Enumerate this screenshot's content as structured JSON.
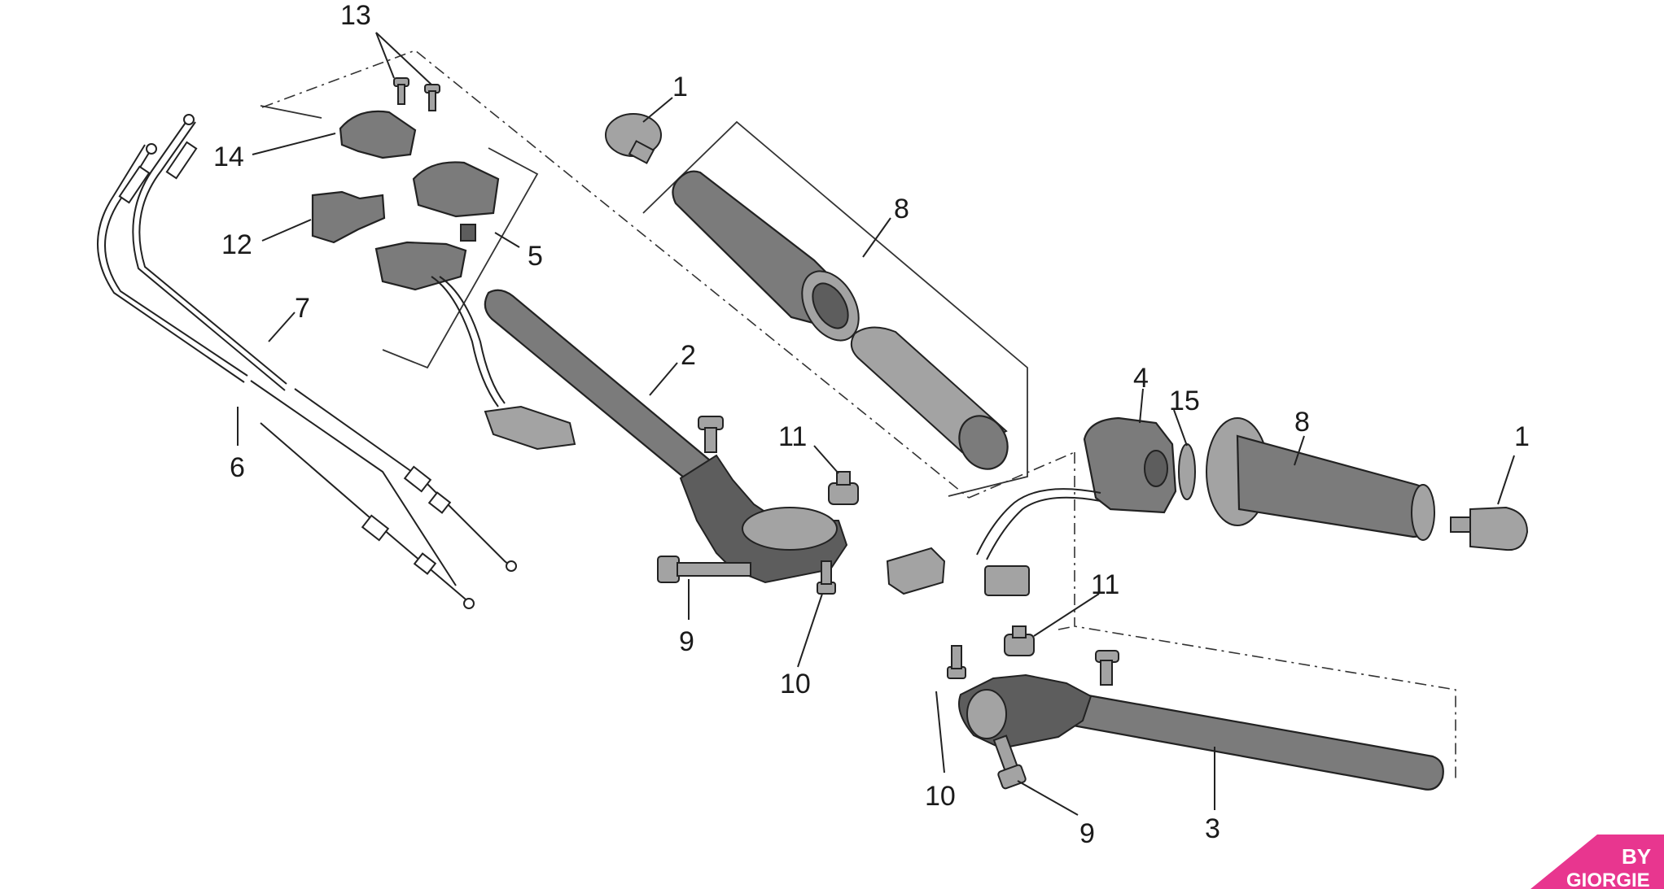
{
  "labels": {
    "l1a": "1",
    "l1b": "1",
    "l2": "2",
    "l3": "3",
    "l4": "4",
    "l5": "5",
    "l6": "6",
    "l7": "7",
    "l8a": "8",
    "l8b": "8",
    "l9a": "9",
    "l9b": "9",
    "l10a": "10",
    "l10b": "10",
    "l11a": "11",
    "l11b": "11",
    "l12": "12",
    "l13": "13",
    "l14": "14",
    "l15": "15"
  },
  "watermark": {
    "line1": "BY",
    "line2": "GIORGIE"
  },
  "colors": {
    "part": "#7b7b7b",
    "watermark": "#e8368f",
    "outline": "#222222"
  }
}
